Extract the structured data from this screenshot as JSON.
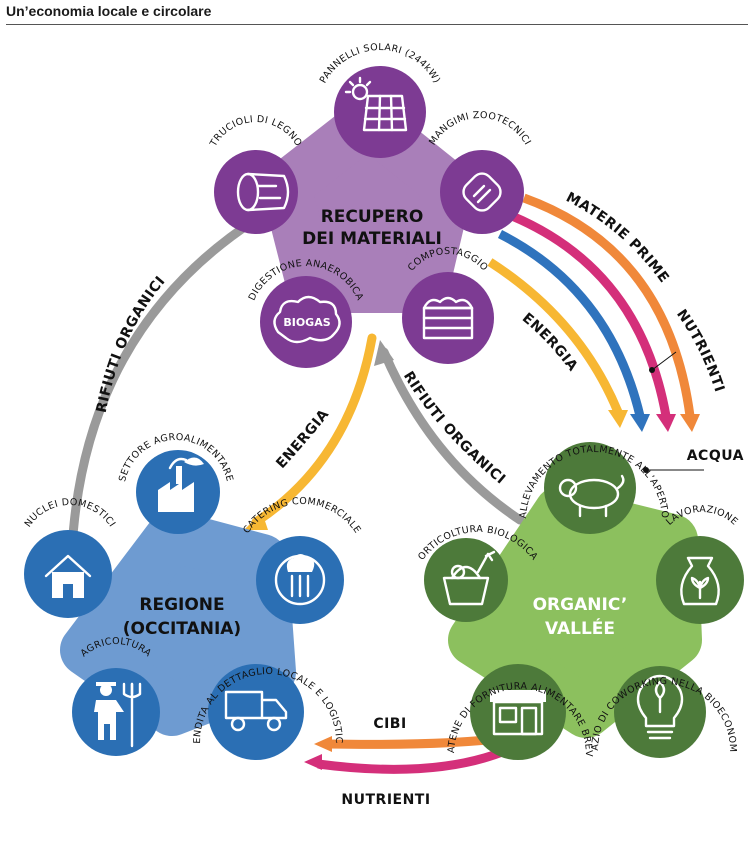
{
  "title": "Un’economia locale e circolare",
  "colors": {
    "recupero_hub": "#a97fb9",
    "recupero_node": "#7d3b93",
    "regione_hub": "#6e9bd1",
    "regione_node": "#2b6fb4",
    "organic_hub": "#8cc05e",
    "organic_node": "#4d7a3a",
    "gray_flow": "#9a9a9a",
    "energy_flow": "#f7b733",
    "blue_flow": "#2f73bd",
    "pink_flow": "#d42f7a",
    "orange_flow": "#f0883a"
  },
  "hubs": {
    "recupero": {
      "line1": "RECUPERO",
      "line2": "DEI MATERIALI"
    },
    "regione": {
      "line1": "REGIONE",
      "line2": "(OCCITANIA)"
    },
    "organic": {
      "line1": "ORGANIC’",
      "line2": "VALLÉE"
    }
  },
  "nodes": {
    "pannelli": {
      "label": "PANNELLI SOLARI (244kW)",
      "icon": "solar-panel-icon"
    },
    "trucioli": {
      "label": "TRUCIOLI DI LEGNO",
      "icon": "wood-log-icon"
    },
    "mangimi": {
      "label": "MANGIMI ZOOTECNICI",
      "icon": "feed-pellet-icon"
    },
    "digestione": {
      "label": "DIGESTIONE ANAEROBICA",
      "icon": "biogas-cloud-icon",
      "badge": "BIOGAS"
    },
    "compostaggio": {
      "label": "COMPOSTAGGIO",
      "icon": "compost-icon"
    },
    "settore": {
      "label": "SETTORE AGROALIMENTARE",
      "icon": "factory-icon"
    },
    "nuclei": {
      "label": "NUCLEI DOMESTICI",
      "icon": "house-icon"
    },
    "catering": {
      "label": "CATERING COMMERCIALE",
      "icon": "chef-icon"
    },
    "agricoltura": {
      "label": "AGRICOLTURA",
      "icon": "farmer-icon"
    },
    "vendita": {
      "label": "VENDITA AL DETTAGLIO LOCALE E LOGISTICA",
      "icon": "truck-icon"
    },
    "allevamento": {
      "label": "ALLEVAMENTO TOTALMENTE ALL’APERTO",
      "icon": "pig-icon"
    },
    "orticoltura": {
      "label": "ORTICOLTURA BIOLOGICA",
      "icon": "vegetable-basket-icon"
    },
    "lavorazione": {
      "label": "LAVORAZIONE",
      "icon": "flour-sack-icon"
    },
    "catene": {
      "label": "CATENE DI FORNITURA ALIMENTARE BREVI",
      "icon": "shop-icon"
    },
    "spazio": {
      "label": "SPAZIO DI COWORKING NELLA BIOECONOMIA",
      "icon": "lightbulb-leaf-icon"
    }
  },
  "flows": {
    "rifiuti_left": "RIFIUTI ORGANICI",
    "energia_left": "ENERGIA",
    "rifiuti_mid": "RIFIUTI ORGANICI",
    "energia_right": "ENERGIA",
    "materie_prime": "MATERIE PRIME",
    "nutrienti_right": "NUTRIENTI",
    "acqua": "ACQUA",
    "cibi": "CIBI",
    "nutrienti_bottom": "NUTRIENTI"
  }
}
